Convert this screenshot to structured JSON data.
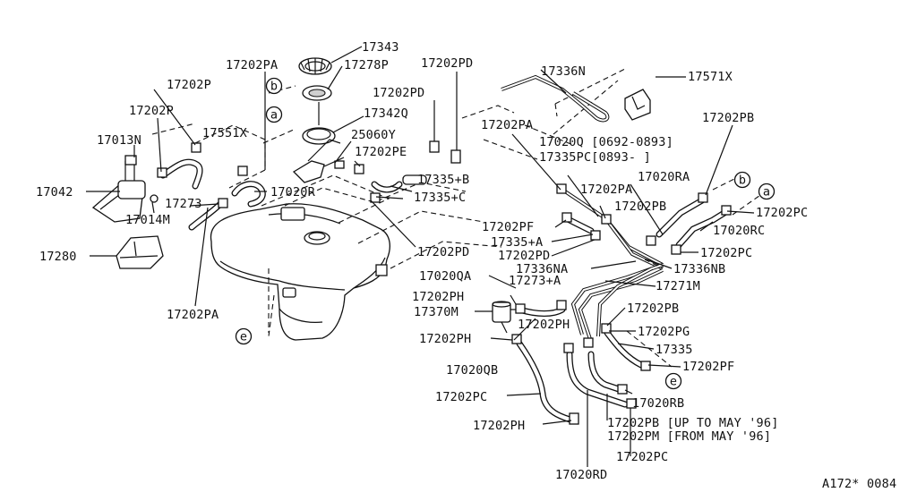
{
  "labels": {
    "p17343": "17343",
    "p17202PA_top": "17202PA",
    "p17278P": "17278P",
    "p17202PD_top": "17202PD",
    "p17336N": "17336N",
    "p17571X": "17571X",
    "p17202P_1": "17202P",
    "p17202PD_2": "17202PD",
    "p17202P_2": "17202P",
    "p17342Q": "17342Q",
    "p17202PA_mid": "17202PA",
    "p17202PB_right": "17202PB",
    "p17551X": "17551X",
    "p25060Y": "25060Y",
    "p17013N": "17013N",
    "p17020Q": "17020Q [0692-0893]",
    "p17202PE": "17202PE",
    "p17335PC": "17335PC[0893-   ]",
    "p17335B": "17335+B",
    "p17020RA": "17020RA",
    "p17042": "17042",
    "p17020R": "17020R",
    "p17273": "17273",
    "p17335C": "17335+C",
    "p17202PA_r": "17202PA",
    "p17202PB_r2": "17202PB",
    "p17202PC_r": "17202PC",
    "p17014M": "17014M",
    "p17202PF": "17202PF",
    "p17335A": "17335+A",
    "p17020RC": "17020RC",
    "p17202PD_3": "17202PD",
    "p17202PD_4": "17202PD",
    "p17202PC_r2": "17202PC",
    "p17280": "17280",
    "p17336NA": "17336NA",
    "p17336NB": "17336NB",
    "p17020QA": "17020QA",
    "p17273A": "17273+A",
    "p17271M": "17271M",
    "p17202PH_1": "17202PH",
    "p17202PB_low": "17202PB",
    "p17370M": "17370M",
    "p17202PA_left": "17202PA",
    "p17202PH_2": "17202PH",
    "p17202PG": "17202PG",
    "p17202PH_3": "17202PH",
    "p17335": "17335",
    "p17202PF_2": "17202PF",
    "p17020QB": "17020QB",
    "p17020RB": "17020RB",
    "p17202PC_low": "17202PC",
    "p17202PB_may": "17202PB [UP TO MAY '96]",
    "p17202PH_4": "17202PH",
    "p17202PM": "17202PM [FROM MAY '96]",
    "p17202PC_bot": "17202PC",
    "p17020RD": "17020RD",
    "ref": "A172* 0084"
  },
  "callouts": {
    "a_top": "a",
    "b_top": "b",
    "a_right": "a",
    "b_right": "b",
    "e_left": "e",
    "e_right": "e"
  }
}
